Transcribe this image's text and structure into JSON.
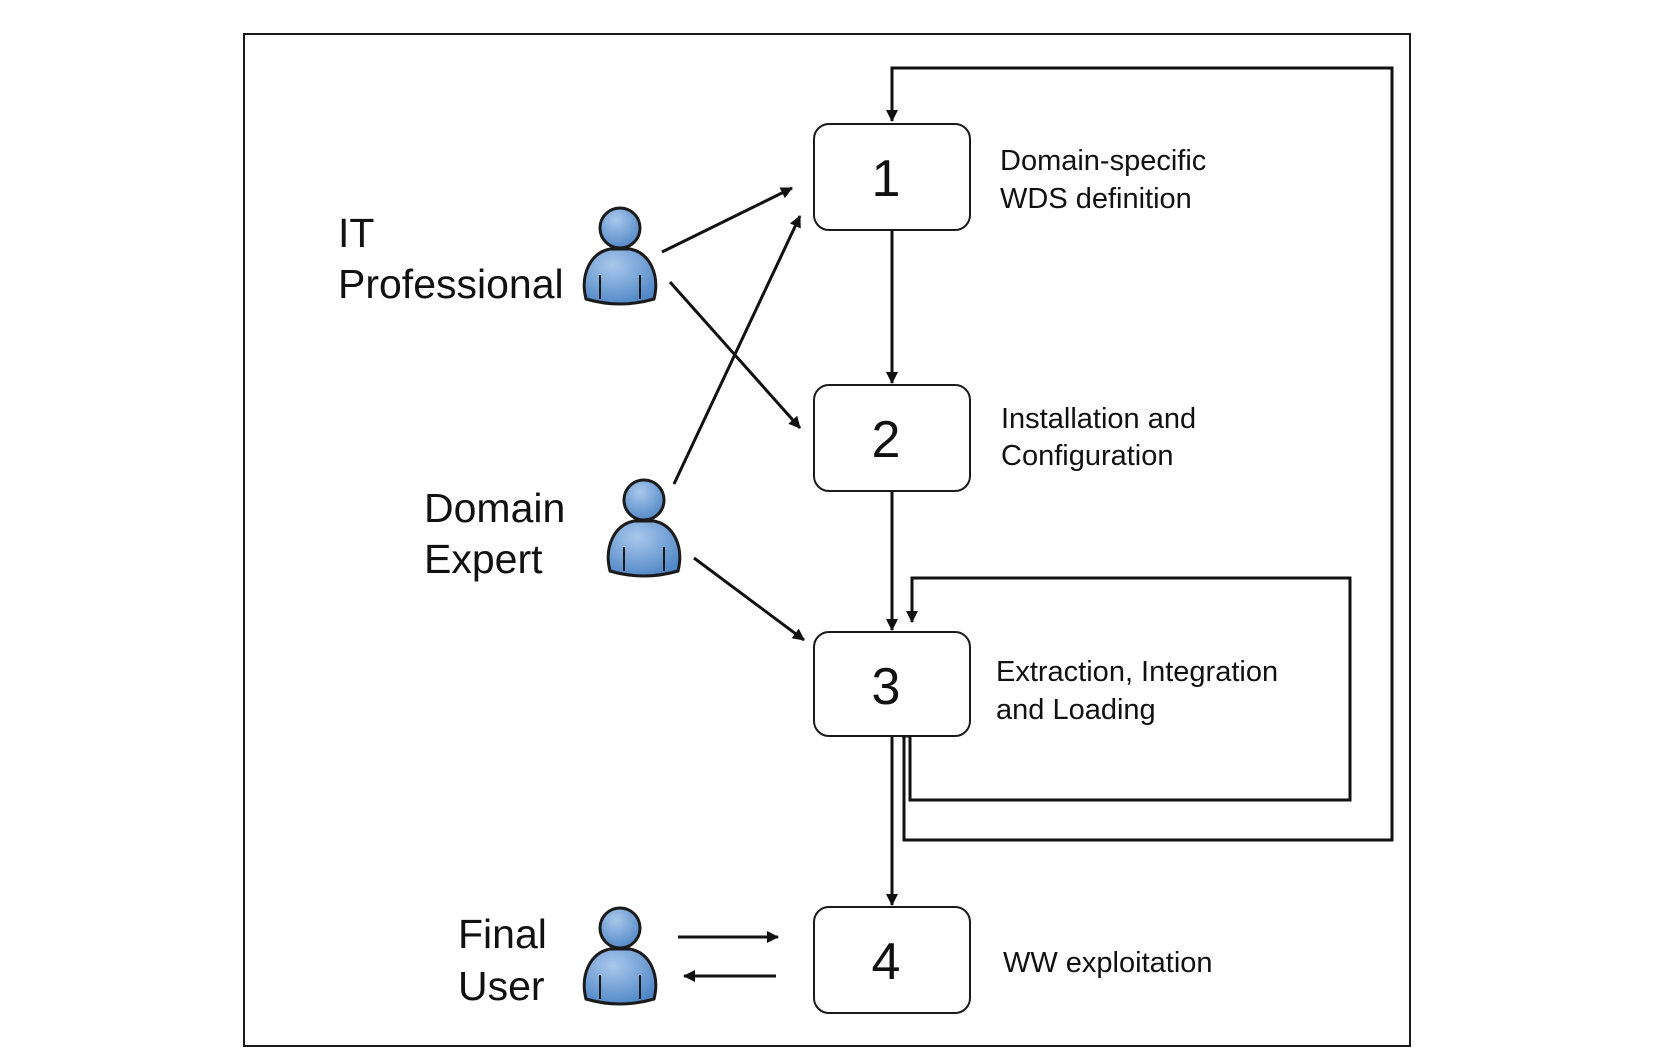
{
  "steps": [
    {
      "number": "1",
      "label_lines": [
        "Domain-specific",
        "WDS definition"
      ]
    },
    {
      "number": "2",
      "label_lines": [
        "Installation and",
        "Configuration"
      ]
    },
    {
      "number": "3",
      "label_lines": [
        "Extraction, Integration",
        "and Loading"
      ]
    },
    {
      "number": "4",
      "label_lines": [
        "WW exploitation"
      ]
    }
  ],
  "actors": [
    {
      "label_lines": [
        "IT",
        "Professional"
      ]
    },
    {
      "label_lines": [
        "Domain",
        "Expert"
      ]
    },
    {
      "label_lines": [
        "Final",
        "User"
      ]
    }
  ],
  "edges": [
    {
      "from": "IT Professional",
      "to": "1"
    },
    {
      "from": "IT Professional",
      "to": "2"
    },
    {
      "from": "Domain Expert",
      "to": "1"
    },
    {
      "from": "Domain Expert",
      "to": "3"
    },
    {
      "from": "1",
      "to": "2"
    },
    {
      "from": "2",
      "to": "3"
    },
    {
      "from": "3",
      "to": "4"
    },
    {
      "from": "3",
      "to": "3"
    },
    {
      "from": "3",
      "to": "1"
    },
    {
      "from": "Final User",
      "to": "4"
    },
    {
      "from": "4",
      "to": "Final User"
    }
  ],
  "colors": {
    "person_fill": "#4f86c6",
    "person_highlight": "#a9c8ec",
    "line": "#111111"
  },
  "icons": [
    "person-icon"
  ]
}
